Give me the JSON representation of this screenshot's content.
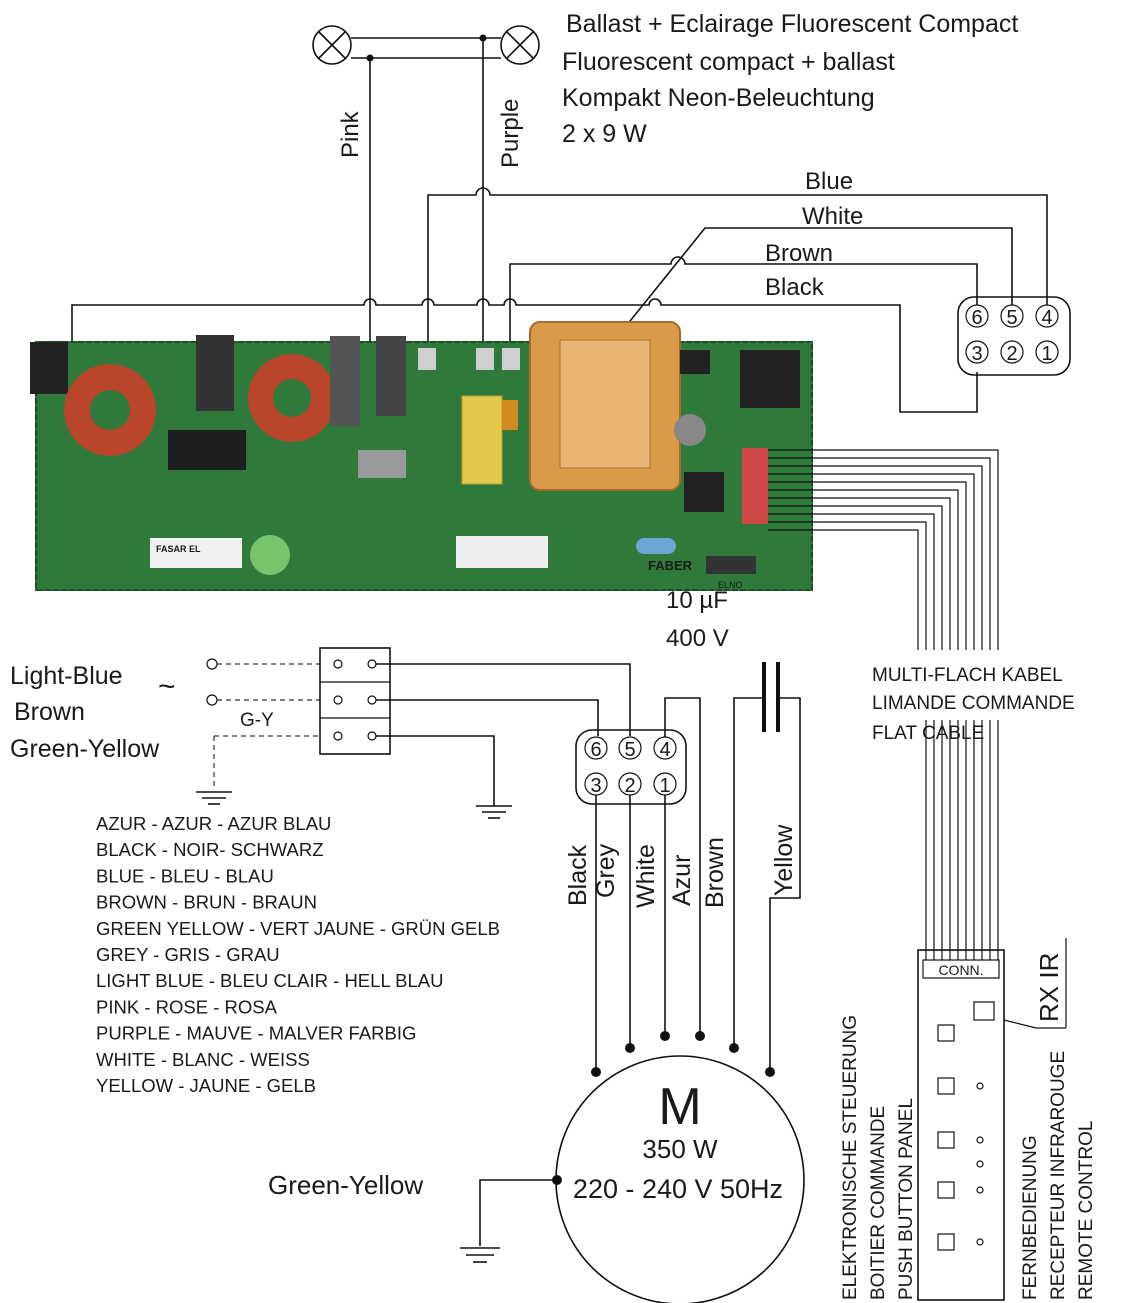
{
  "lamp": {
    "title_fr": "Ballast + Eclairage Fluorescent Compact",
    "title_en": "Fluorescent compact + ballast",
    "title_de": "Kompakt Neon-Beleuchtung",
    "rating": "2 x 9 W",
    "wire_pink": "Pink",
    "wire_purple": "Purple"
  },
  "top_wires": {
    "blue": "Blue",
    "white": "White",
    "brown": "Brown",
    "black": "Black"
  },
  "board": {
    "brand": "FABER",
    "model": "FASAR EL",
    "model_code": "ELNO"
  },
  "connector_pins": {
    "p6": "6",
    "p5": "5",
    "p4": "4",
    "p3": "3",
    "p2": "2",
    "p1": "1"
  },
  "capacitor": {
    "value": "10 µF",
    "voltage": "400 V"
  },
  "mains": {
    "light_blue": "Light-Blue",
    "brown": "Brown",
    "green_yellow": "Green-Yellow",
    "gy": "G-Y",
    "ac_symbol": "~"
  },
  "flat_cable": {
    "de": "MULTI-FLACH KABEL",
    "fr": "LIMANDE COMMANDE",
    "en": "FLAT CABLE"
  },
  "legend": [
    "AZUR - AZUR - AZUR BLAU",
    "BLACK - NOIR- SCHWARZ",
    "BLUE - BLEU - BLAU",
    "BROWN - BRUN - BRAUN",
    "GREEN YELLOW - VERT JAUNE - GRÜN GELB",
    "GREY - GRIS - GRAU",
    "LIGHT BLUE - BLEU CLAIR - HELL BLAU",
    "PINK - ROSE - ROSA",
    "PURPLE - MAUVE - MALVER FARBIG",
    "WHITE - BLANC - WEISS",
    "YELLOW - JAUNE - GELB"
  ],
  "motor_wires": {
    "black": "Black",
    "grey": "Grey",
    "white": "White",
    "azur": "Azur",
    "brown": "Brown",
    "yellow": "Yellow"
  },
  "motor": {
    "symbol": "M",
    "power": "350 W",
    "voltage": "220 - 240 V 50Hz",
    "ground_label": "Green-Yellow"
  },
  "panel": {
    "conn": "CONN.",
    "rx_ir": "RX IR",
    "left_de": "ELEKTRONISCHE STEUERUNG",
    "left_fr": "BOITIER COMMANDE",
    "left_en": "PUSH BUTTON PANEL",
    "right_de": "FERNBEDIENUNG",
    "right_fr": "RECEPTEUR INFRAROUGE",
    "right_en": "REMOTE CONTROL"
  },
  "colors": {
    "pcb": "#2f7a3a",
    "transformer": "#d99a4a",
    "coil": "#b8442a",
    "wire": "#111111"
  }
}
